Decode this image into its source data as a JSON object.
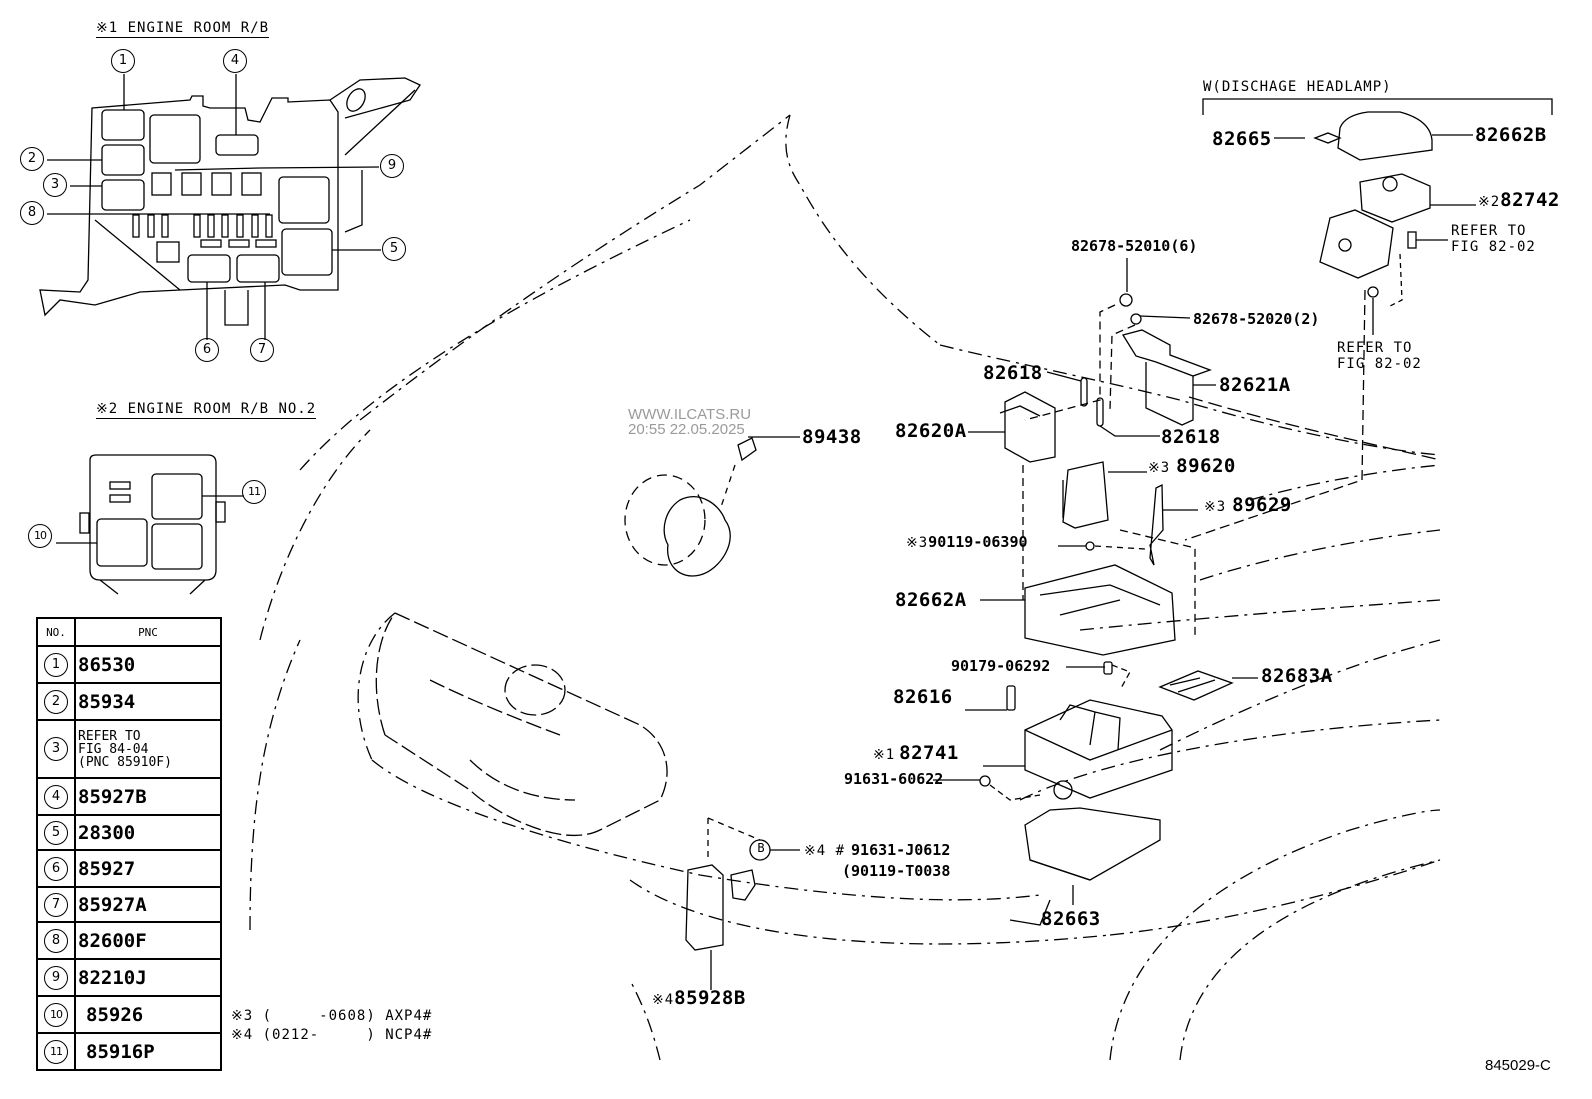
{
  "diagram": {
    "figure_code": "845029-C",
    "watermark": {
      "site": "WWW.ILCATS.RU",
      "timestamp": "20:55 22.05.2025"
    },
    "inset1": {
      "title": "※1 ENGINE ROOM R/B",
      "callouts": [
        "1",
        "2",
        "3",
        "4",
        "5",
        "6",
        "7",
        "8",
        "9"
      ]
    },
    "inset2": {
      "title": "※2 ENGINE ROOM R/B NO.2",
      "callouts": [
        "10",
        "11"
      ]
    },
    "pnc_table": {
      "headers": {
        "no": "NO.",
        "pnc": "PNC"
      },
      "rows": [
        {
          "no": "1",
          "pnc": "86530"
        },
        {
          "no": "2",
          "pnc": "85934"
        },
        {
          "no": "3",
          "pnc_line1": "REFER TO",
          "pnc_line2": "FIG 84-04",
          "pnc_line3": "(PNC 85910F)"
        },
        {
          "no": "4",
          "pnc": "85927B"
        },
        {
          "no": "5",
          "pnc": "28300"
        },
        {
          "no": "6",
          "pnc": "85927"
        },
        {
          "no": "7",
          "pnc": "85927A"
        },
        {
          "no": "8",
          "pnc": "82600F"
        },
        {
          "no": "9",
          "pnc": "82210J"
        },
        {
          "no": "10",
          "pnc": "85926"
        },
        {
          "no": "11",
          "pnc": "85916P"
        }
      ]
    },
    "notes": [
      {
        "mark": "※3",
        "range": "(     -0608)",
        "model": "AXP4#"
      },
      {
        "mark": "※4",
        "range": "(0212-     )",
        "model": "NCP4#"
      }
    ],
    "headlamp_group": {
      "title": "W(DISCHAGE HEADLAMP)",
      "refer1": [
        "REFER TO",
        "FIG 82-02"
      ],
      "refer2": [
        "REFER TO",
        "FIG 82-02"
      ]
    },
    "parts": {
      "p82665": "82665",
      "p82662B": "82662B",
      "p82742_mark": "※2",
      "p82742": "82742",
      "p82678_52010": "82678-52010(6)",
      "p82678_52020": "82678-52020(2)",
      "p82618_a": "82618",
      "p82621A": "82621A",
      "p82620A": "82620A",
      "p82618_b": "82618",
      "p89438": "89438",
      "p89620_mark": "※3",
      "p89620": "89620",
      "p89629_mark": "※3",
      "p89629": "89629",
      "p90119_06390_mark": "※3",
      "p90119_06390": "90119-06390",
      "p82662A": "82662A",
      "p90179_06292": "90179-06292",
      "p82683A": "82683A",
      "p82616": "82616",
      "p82741_mark": "※1",
      "p82741": "82741",
      "p91631_60622": "91631-60622",
      "bolt_callout": "B",
      "p91631_J0612_mark": "※4 #",
      "p91631_J0612": "91631-J0612",
      "p90119_T0038": "(90119-T0038",
      "p82663": "82663",
      "p85928B_mark": "※4",
      "p85928B": "85928B"
    }
  }
}
